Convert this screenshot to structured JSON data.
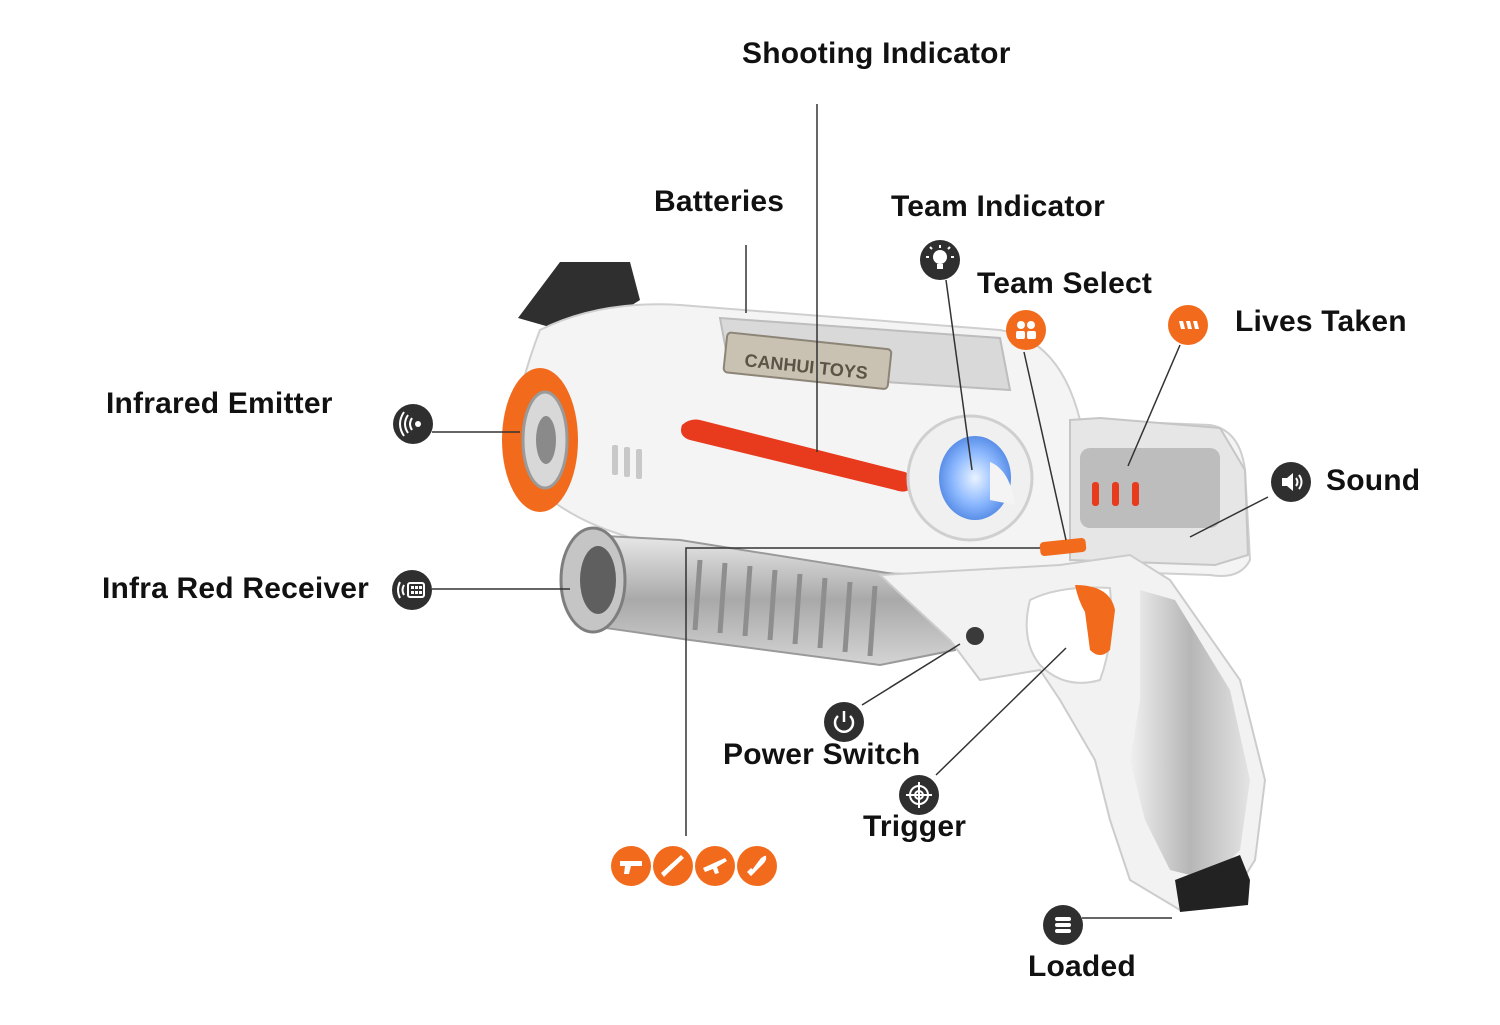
{
  "labels": {
    "shooting_indicator": "Shooting Indicator",
    "batteries": "Batteries",
    "team_indicator": "Team Indicator",
    "team_select": "Team Select",
    "lives_taken": "Lives Taken",
    "infrared_emitter": "Infrared Emitter",
    "sound": "Sound",
    "infra_red_receiver": "Infra Red Receiver",
    "power_switch": "Power Switch",
    "trigger": "Trigger",
    "loaded": "Loaded"
  },
  "product": {
    "brand_plate_text": "CANHUI TOYS"
  },
  "icons": {
    "team_indicator": "lightbulb-icon",
    "team_select": "people-icon",
    "lives_taken": "bars-icon",
    "infrared_emitter": "signal-waves-icon",
    "sound": "speaker-icon",
    "infra_red_receiver": "receiver-icon",
    "power_switch": "power-icon",
    "trigger": "crosshair-icon",
    "loaded": "magazine-icon",
    "weapon_modes": [
      "pistol-icon",
      "shotgun-icon",
      "rifle-icon",
      "rocket-icon"
    ]
  },
  "colors": {
    "accent_orange": "#f26a1b",
    "icon_dark": "#2f2f2f",
    "body_white": "#f4f4f4",
    "body_silver": "#b9b9b9",
    "indicator_blue": "#7fb2ff",
    "indicator_red": "#e83a1d"
  }
}
